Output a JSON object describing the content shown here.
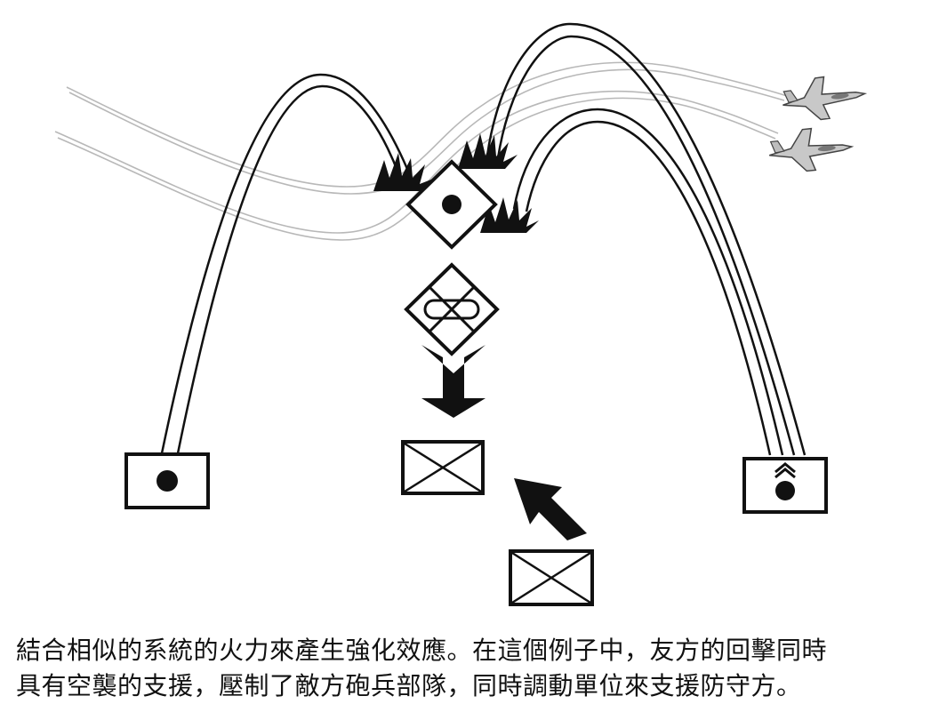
{
  "caption": {
    "line1": "結合相似的系統的火力來產生強化效應。在這個例子中，友方的回擊同時",
    "line2": "具有空襲的支援，壓制了敵方砲兵部隊，同時調動單位來支援防守方。"
  },
  "colors": {
    "ink": "#111111",
    "contrail": "#b4b4b4",
    "paper": "#ffffff",
    "aircraft": "#9a9a9a"
  },
  "icons": {
    "friendly_artillery_left": "friendly-artillery-symbol",
    "friendly_artillery_right": "friendly-self-propelled-artillery-symbol",
    "enemy_artillery": "enemy-artillery-symbol",
    "enemy_armored_infantry": "enemy-armored-infantry-symbol",
    "friendly_infantry_defender": "friendly-infantry-symbol",
    "friendly_infantry_reinforcement": "friendly-infantry-symbol",
    "aircraft": "fighter-jet-icon",
    "impact": "explosion-burst-icon",
    "movement_arrow": "arrow-icon"
  }
}
